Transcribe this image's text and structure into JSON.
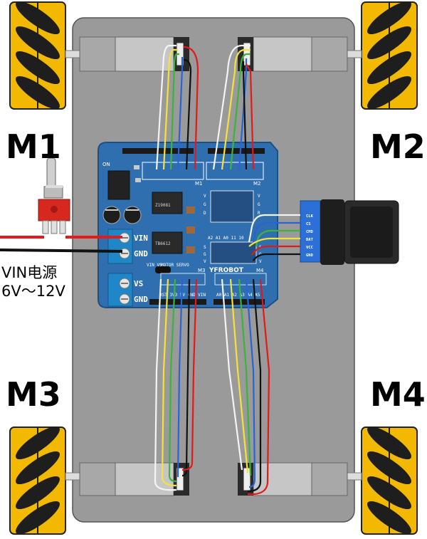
{
  "motors": {
    "m1": "M1",
    "m2": "M2",
    "m3": "M3",
    "m4": "M4"
  },
  "power": {
    "line1": "VIN电源",
    "line2": "6V～12V"
  },
  "terminals": {
    "vin": "VIN",
    "gnd": "GND",
    "vs": "VS",
    "gnd2": "GND"
  },
  "board": {
    "brand": "YFROBOT",
    "on_label": "ON",
    "m1_label": "M1",
    "m2_label": "M2",
    "m3_label": "M3",
    "m4_label": "M4",
    "vin_vs": "VIN VS",
    "motor_servo": "MOTOR SERVO",
    "vgd_left": [
      "V",
      "G",
      "D"
    ],
    "vgd_right": [
      "V",
      "G",
      "R"
    ],
    "sgv_left": [
      "S",
      "G",
      "V"
    ],
    "sgv_right": [
      "S",
      "G",
      "V"
    ],
    "analog_top": "A2 A1 A0 11 10",
    "bottom_pins_left": "RST 3V3 5V GND VIN",
    "bottom_pins_right": "A0 A1 A2 A3 A4 A5",
    "chip1": "Z19081",
    "chip2": "TB6612"
  },
  "ps2": {
    "pins": [
      "CLK",
      "CS",
      "CMD",
      "DAT",
      "VCC",
      "GND"
    ]
  },
  "colors": {
    "board": "#2f6fb0",
    "chassis": "#9a9a9a",
    "wheel_yellow": "#f2b900",
    "roller_dark": "#1e1e1e",
    "motor_grey": "#bdbdbd",
    "wire_red": "#e21a1a",
    "wire_black": "#111111",
    "wire_white": "#f4f4f4",
    "wire_blue": "#2a63d6",
    "wire_green": "#3cb43c",
    "wire_yellow": "#f4e23a",
    "terminal_blue": "#1f86c8"
  }
}
